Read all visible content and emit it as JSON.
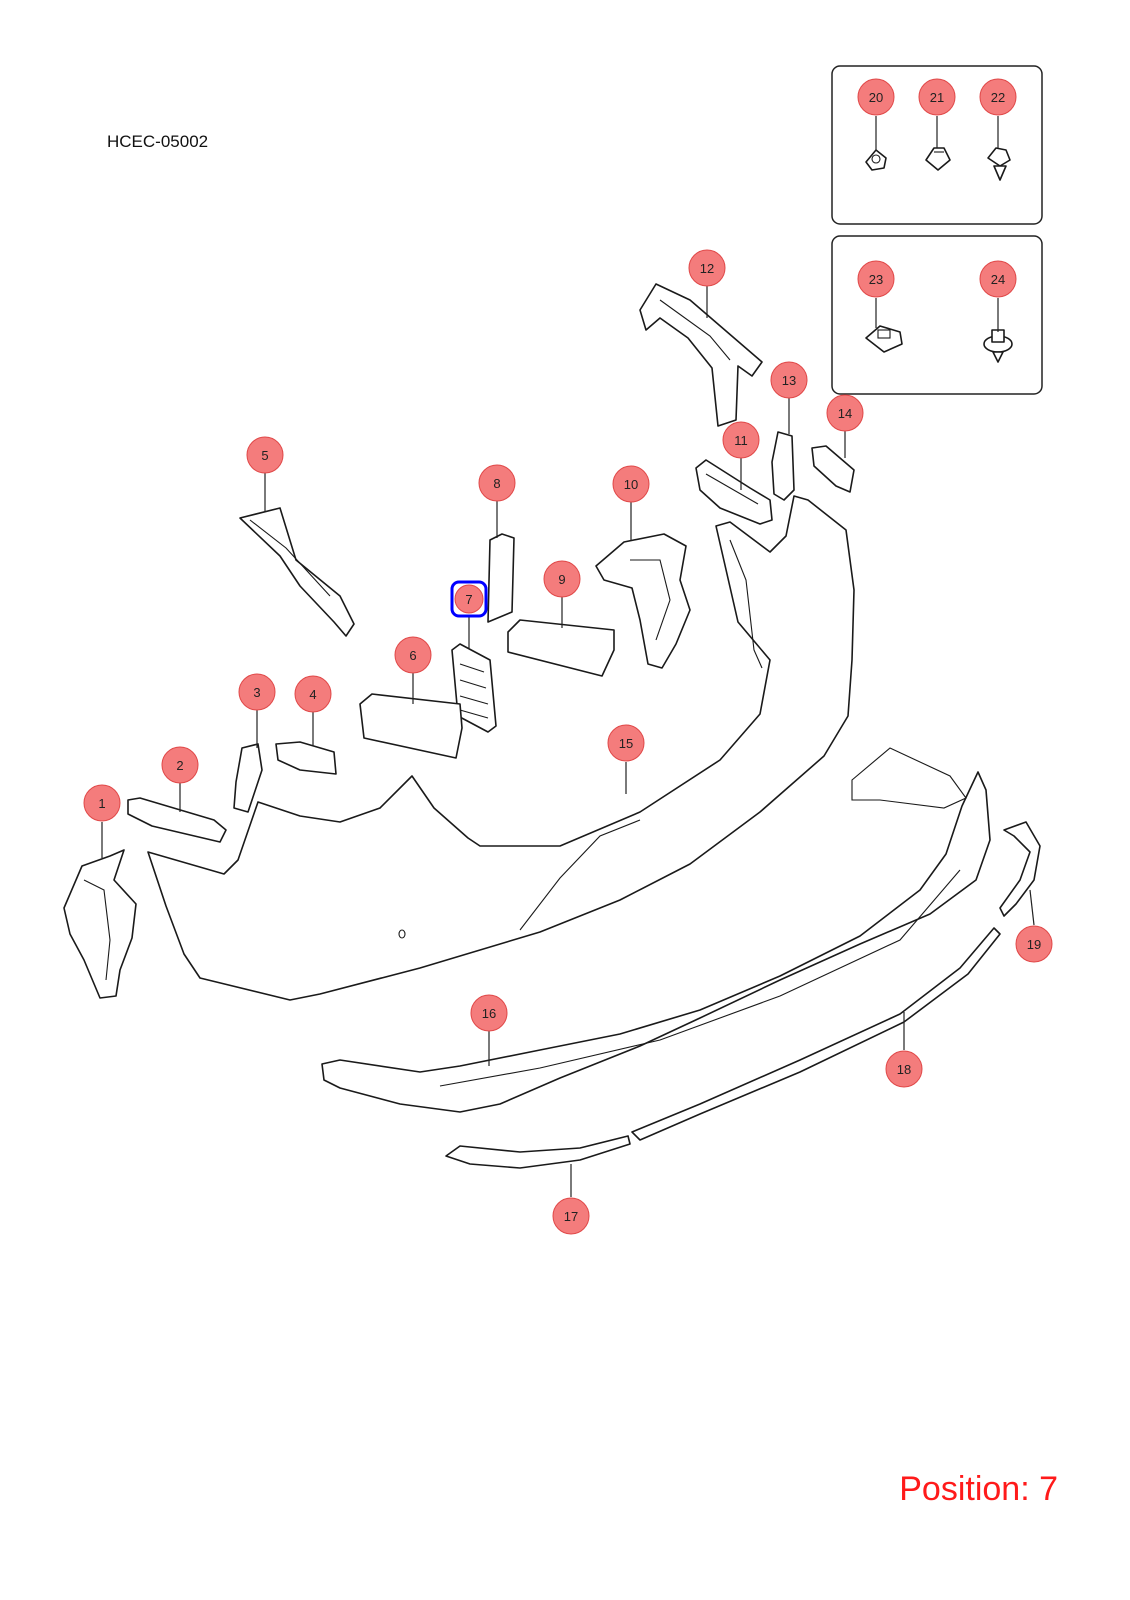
{
  "diagram": {
    "code": "HCEC-05002",
    "selected_position": "Position: 7",
    "highlight_color": "#0000ff",
    "callout_fill": "#f47c7c",
    "callout_stroke": "#e04848",
    "callouts": [
      "1",
      "2",
      "3",
      "4",
      "5",
      "6",
      "7",
      "8",
      "9",
      "10",
      "11",
      "12",
      "13",
      "14",
      "15",
      "16",
      "17",
      "18",
      "19",
      "20",
      "21",
      "22",
      "23",
      "24"
    ],
    "selected": "7"
  }
}
